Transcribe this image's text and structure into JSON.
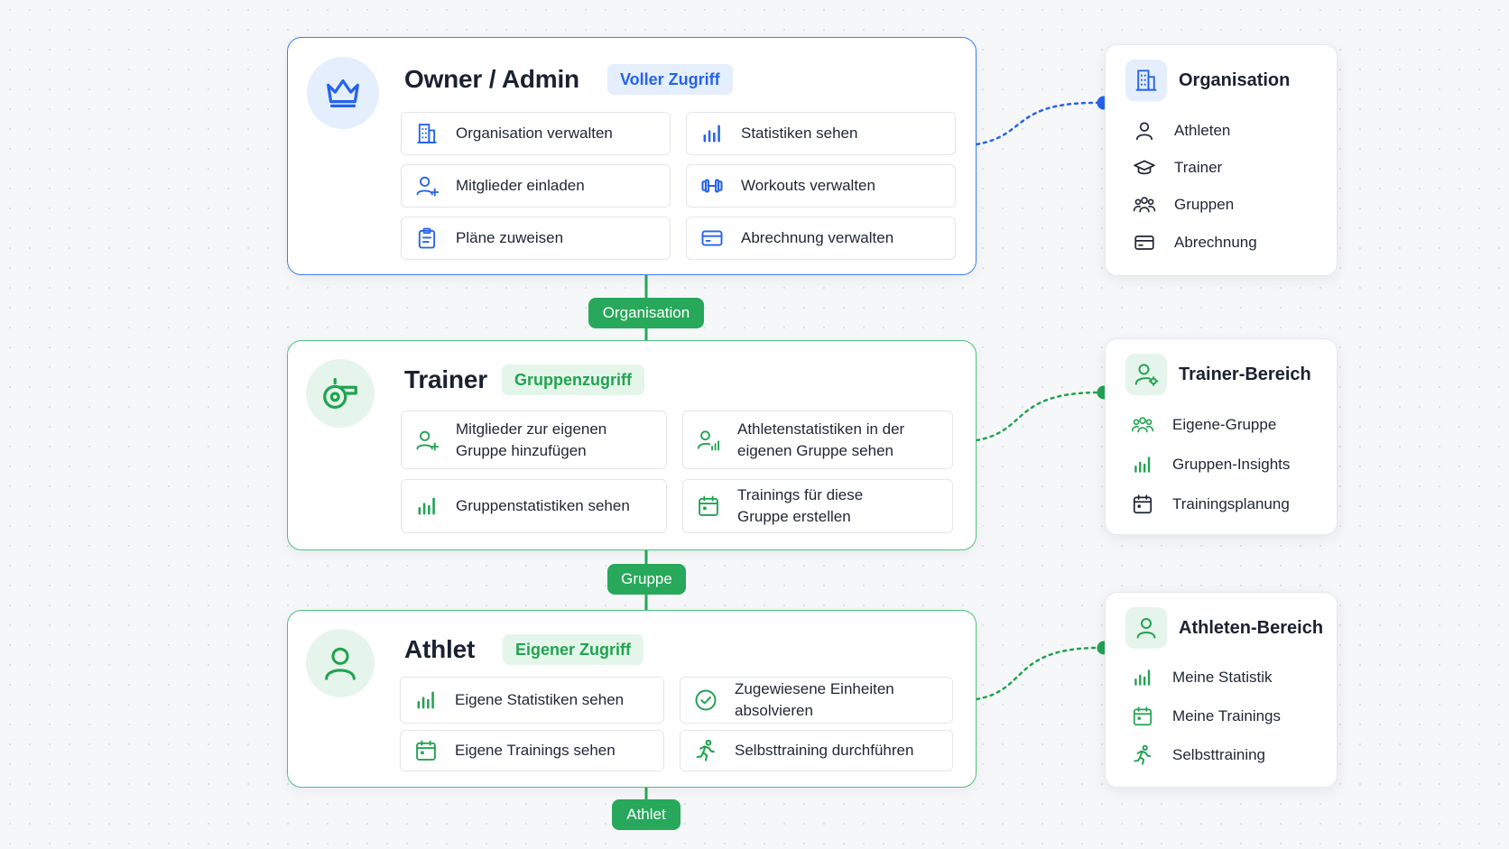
{
  "colors": {
    "blue": "#2563eb",
    "green": "#22a351",
    "pill": "#27a85a"
  },
  "roles": {
    "owner": {
      "title": "Owner / Admin",
      "badge": "Voller Zugriff",
      "icon": "crown-icon",
      "permissions": [
        {
          "label": "Organisation verwalten",
          "icon": "building-icon"
        },
        {
          "label": "Statistiken sehen",
          "icon": "bar-chart-icon"
        },
        {
          "label": "Mitglieder einladen",
          "icon": "user-plus-icon"
        },
        {
          "label": "Workouts verwalten",
          "icon": "dumbbell-icon"
        },
        {
          "label": "Pläne zuweisen",
          "icon": "clipboard-icon"
        },
        {
          "label": "Abrechnung verwalten",
          "icon": "credit-card-icon"
        }
      ]
    },
    "trainer": {
      "title": "Trainer",
      "badge": "Gruppenzugriff",
      "icon": "whistle-icon",
      "permissions": [
        {
          "label_line1": "Mitglieder zur eigenen",
          "label_line2": "Gruppe hinzufügen",
          "icon": "user-plus-icon"
        },
        {
          "label_line1": "Athletenstatistiken in der",
          "label_line2": "eigenen Gruppe sehen",
          "icon": "user-chart-icon"
        },
        {
          "label": "Gruppenstatistiken sehen",
          "icon": "bar-chart-icon"
        },
        {
          "label_line1": "Trainings für diese",
          "label_line2": "Gruppe erstellen",
          "icon": "calendar-icon"
        }
      ]
    },
    "athlete": {
      "title": "Athlet",
      "badge": "Eigener Zugriff",
      "icon": "user-icon",
      "permissions": [
        {
          "label": "Eigene Statistiken sehen",
          "icon": "bar-chart-icon"
        },
        {
          "label_line1": "Zugewiesene Einheiten",
          "label_line2": "absolvieren",
          "icon": "check-circle-icon"
        },
        {
          "label": "Eigene Trainings sehen",
          "icon": "calendar-icon"
        },
        {
          "label": "Selbsttraining durchführen",
          "icon": "running-icon"
        }
      ]
    }
  },
  "connectors": [
    "Organisation",
    "Gruppe",
    "Athlet"
  ],
  "areas": {
    "organisation": {
      "title": "Organisation",
      "icon": "building-icon",
      "items": [
        {
          "label": "Athleten",
          "icon": "user-icon"
        },
        {
          "label": "Trainer",
          "icon": "graduation-cap-icon"
        },
        {
          "label": "Gruppen",
          "icon": "users-icon"
        },
        {
          "label": "Abrechnung",
          "icon": "credit-card-icon"
        }
      ]
    },
    "trainer": {
      "title": "Trainer-Bereich",
      "icon": "user-gear-icon",
      "items": [
        {
          "label": "Eigene-Gruppe",
          "icon": "users-icon"
        },
        {
          "label": "Gruppen-Insights",
          "icon": "bar-chart-icon"
        },
        {
          "label": "Trainingsplanung",
          "icon": "calendar-icon"
        }
      ]
    },
    "athlete": {
      "title": "Athleten-Bereich",
      "icon": "user-icon",
      "items": [
        {
          "label": "Meine Statistik",
          "icon": "bar-chart-icon"
        },
        {
          "label": "Meine Trainings",
          "icon": "calendar-icon"
        },
        {
          "label": "Selbsttraining",
          "icon": "running-icon"
        }
      ]
    }
  }
}
